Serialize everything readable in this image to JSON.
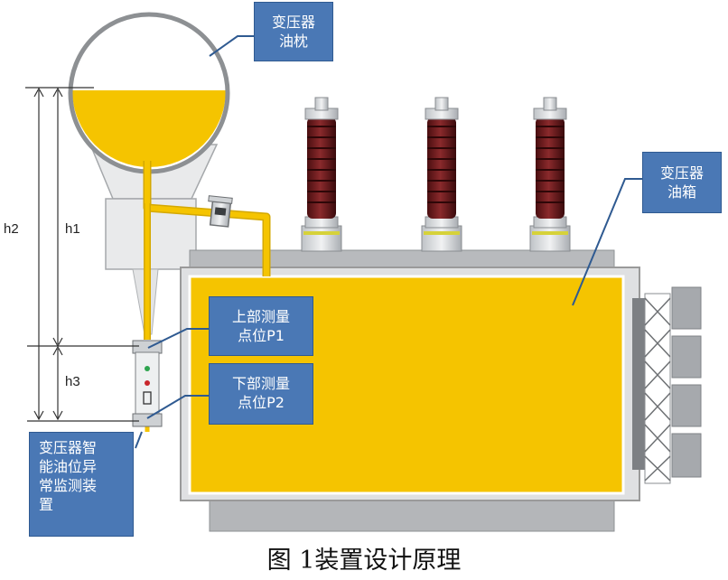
{
  "callouts": {
    "conservator": [
      "变压器",
      "油枕"
    ],
    "tank": [
      "变压器",
      "油箱"
    ],
    "p1": [
      "上部测量",
      "点位P1"
    ],
    "p2": [
      "下部测量",
      "点位P2"
    ],
    "device": [
      "变压器智",
      "能油位异",
      "常监测装",
      "置"
    ]
  },
  "dimensions": {
    "h1": "h1",
    "h2": "h2",
    "h3": "h3"
  },
  "caption": "图  1装置设计原理",
  "colors": {
    "oil": "#f5c400",
    "callout": "#4a78b5",
    "bushing": "#6b1a1c",
    "frame": "#9a9a9a"
  }
}
